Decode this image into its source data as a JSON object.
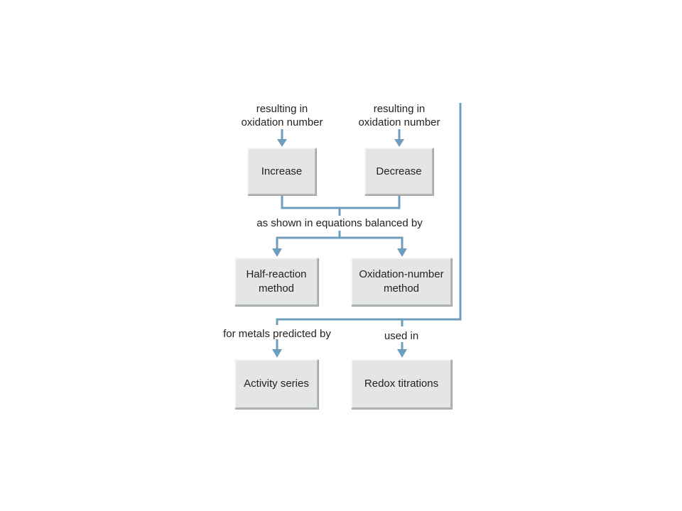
{
  "labels": {
    "increase_caption": "resulting in\noxidation number",
    "decrease_caption": "resulting in\noxidation number",
    "balanced_caption": "as shown in equations balanced by",
    "metals_caption": "for metals predicted by",
    "used_caption": "used in"
  },
  "boxes": {
    "increase": "Increase",
    "decrease": "Decrease",
    "half_reaction": "Half-reaction\nmethod",
    "oxidation_number": "Oxidation-number\nmethod",
    "activity_series": "Activity series",
    "redox_titrations": "Redox titrations"
  },
  "colors": {
    "connector": "#6d9dbd",
    "box_fill": "#e4e6e4"
  }
}
